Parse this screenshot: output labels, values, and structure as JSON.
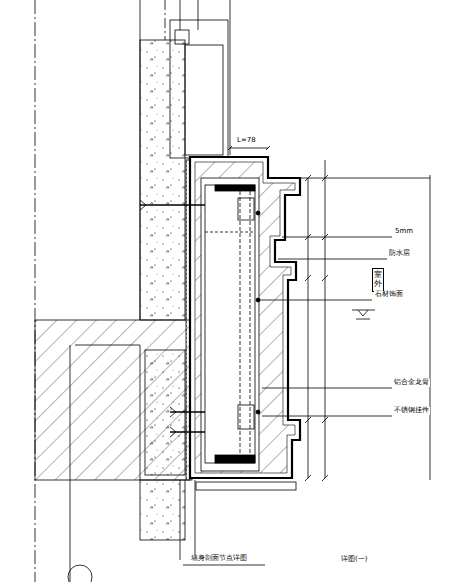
{
  "diagram": {
    "caption": "墙身剖面节点详图",
    "nodes": [
      {
        "text": [
          "室外"
        ]
      }
    ],
    "labels": [
      "L=78",
      "5mm",
      "防水层",
      "石材饰面",
      "铝合金龙骨",
      "不锈钢挂件",
      "详图(一)"
    ]
  }
}
